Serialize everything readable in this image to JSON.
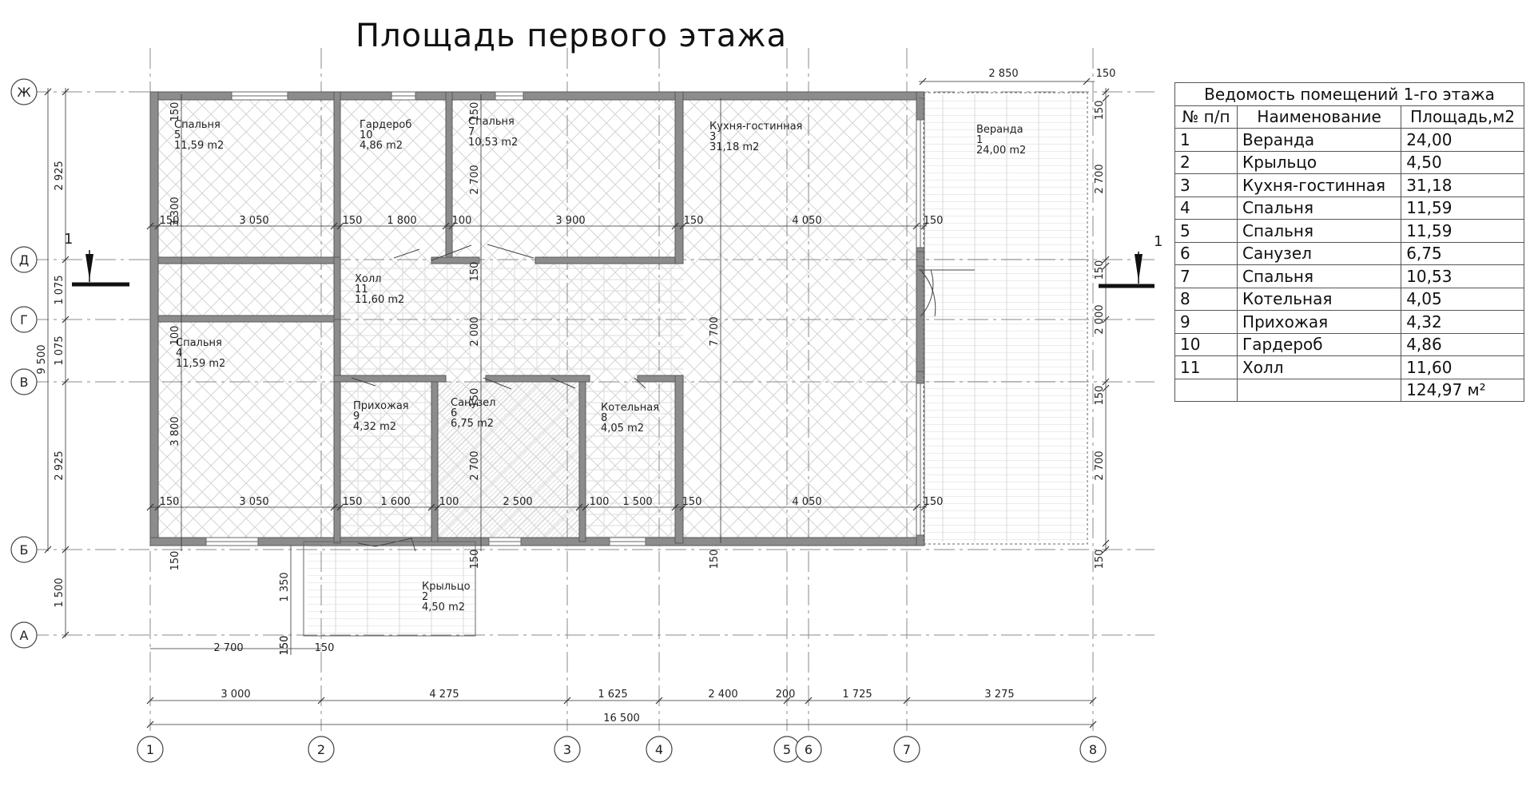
{
  "title": "Площадь первого этажа",
  "axes": {
    "letters": [
      "Ж",
      "Д",
      "Г",
      "В",
      "Б",
      "А"
    ],
    "numbers": [
      "1",
      "2",
      "3",
      "4",
      "5",
      "6",
      "7",
      "8"
    ]
  },
  "rooms": [
    {
      "name": "Спальня",
      "num": "5",
      "area": "11,59 m2"
    },
    {
      "name": "Гардероб",
      "num": "10",
      "area": "4,86 m2"
    },
    {
      "name": "Спальня",
      "num": "7",
      "area": "10,53 m2"
    },
    {
      "name": "Кухня-гостинная",
      "num": "3",
      "area": "31,18 m2"
    },
    {
      "name": "Веранда",
      "num": "1",
      "area": "24,00 m2"
    },
    {
      "name": "Холл",
      "num": "11",
      "area": "11,60 m2"
    },
    {
      "name": "Спальня",
      "num": "4",
      "area": "11,59 m2"
    },
    {
      "name": "Прихожая",
      "num": "9",
      "area": "4,32 m2"
    },
    {
      "name": "Санузел",
      "num": "6",
      "area": "6,75 m2"
    },
    {
      "name": "Котельная",
      "num": "8",
      "area": "4,05 m2"
    },
    {
      "name": "Крыльцо",
      "num": "2",
      "area": "4,50 m2"
    }
  ],
  "dims": {
    "top": [
      "2 850",
      "150"
    ],
    "left_outer": [
      "2 925",
      "1 075",
      "1 075",
      "2 925",
      "1 500",
      "9 500"
    ],
    "left_inner": [
      "150",
      "3 300",
      "100",
      "3 800",
      "150",
      "1 350",
      "150"
    ],
    "right": [
      "150",
      "2 700",
      "150",
      "2 000",
      "150",
      "2 700",
      "150"
    ],
    "row_upper": [
      "150",
      "3 050",
      "150",
      "1 800",
      "100",
      "3 900",
      "150",
      "4 050",
      "150"
    ],
    "row_lower": [
      "150",
      "3 050",
      "150",
      "1 600",
      "100",
      "2 500",
      "100",
      "1 500",
      "150",
      "4 050",
      "150"
    ],
    "interior_v": [
      "150",
      "2 700",
      "150",
      "2 000",
      "150",
      "2 700",
      "150",
      "7 700",
      "150"
    ],
    "bottom_small": [
      "2 700",
      "150",
      "150"
    ],
    "bottom_chain": [
      "3 000",
      "4 275",
      "1 625",
      "2 400",
      "200",
      "1 725",
      "3 275"
    ],
    "bottom_total": "16 500"
  },
  "section_marker": "1",
  "schedule": {
    "caption": "Ведомость помещений 1-го этажа",
    "headers": [
      "№ п/п",
      "Наименование",
      "Площадь,м2"
    ],
    "rows": [
      [
        "1",
        "Веранда",
        "24,00"
      ],
      [
        "2",
        "Крыльцо",
        "4,50"
      ],
      [
        "3",
        "Кухня-гостинная",
        "31,18"
      ],
      [
        "4",
        "Спальня",
        "11,59"
      ],
      [
        "5",
        "Спальня",
        "11,59"
      ],
      [
        "6",
        "Санузел",
        "6,75"
      ],
      [
        "7",
        "Спальня",
        "10,53"
      ],
      [
        "8",
        "Котельная",
        "4,05"
      ],
      [
        "9",
        "Прихожая",
        "4,32"
      ],
      [
        "10",
        "Гардероб",
        "4,86"
      ],
      [
        "11",
        "Холл",
        "11,60"
      ],
      [
        "",
        "",
        "124,97 м²"
      ]
    ]
  },
  "colors": {
    "wall": "#8c8c8c",
    "wall_edge": "#5a5a5a",
    "line": "#333333",
    "grid": "#8a8a8a",
    "floor": "#e6e6e6"
  }
}
